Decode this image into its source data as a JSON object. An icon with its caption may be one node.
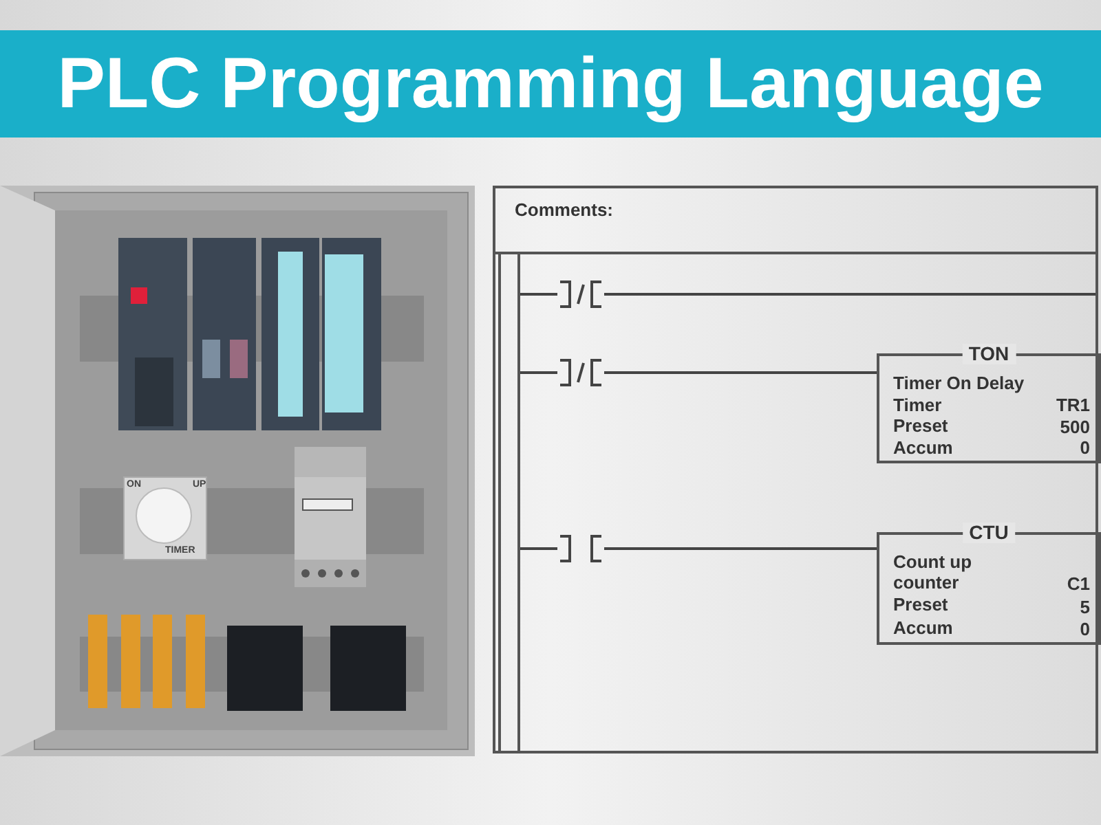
{
  "diagram": {
    "title": "PLC Programming Language",
    "nodes": [
      {
        "text": [
          "Comments:"
        ]
      },
      {
        "text": [],
        "shape": "bar",
        "in": 0
      },
      {
        "text": [],
        "shape": "nc-contact",
        "in": 0
      },
      {
        "text": [],
        "shape": "nc-contact",
        "in": 0
      },
      {
        "text": [],
        "shape": "contact",
        "in": 0
      },
      {
        "text": [
          "TON",
          "Timer On Delay",
          "Timer",
          "TR1",
          "Preset",
          "500",
          "Accum",
          "0"
        ],
        "in": 0
      },
      {
        "text": [
          "CTU",
          "Count up counter",
          "C1",
          "Preset",
          "5",
          "Accum",
          "0"
        ],
        "in": 0
      }
    ],
    "edges": [
      {
        "from": 1,
        "to": 2,
        "arrow": "none"
      },
      {
        "from": 2,
        "to": null,
        "arrow": "none"
      },
      {
        "from": 1,
        "to": 3,
        "arrow": "none"
      },
      {
        "from": 3,
        "to": 5,
        "arrow": "none"
      },
      {
        "from": 1,
        "to": 4,
        "arrow": "none"
      },
      {
        "from": 4,
        "to": 6,
        "arrow": "none"
      }
    ],
    "labels": [
      "ON",
      "UP",
      "TIMER"
    ]
  }
}
